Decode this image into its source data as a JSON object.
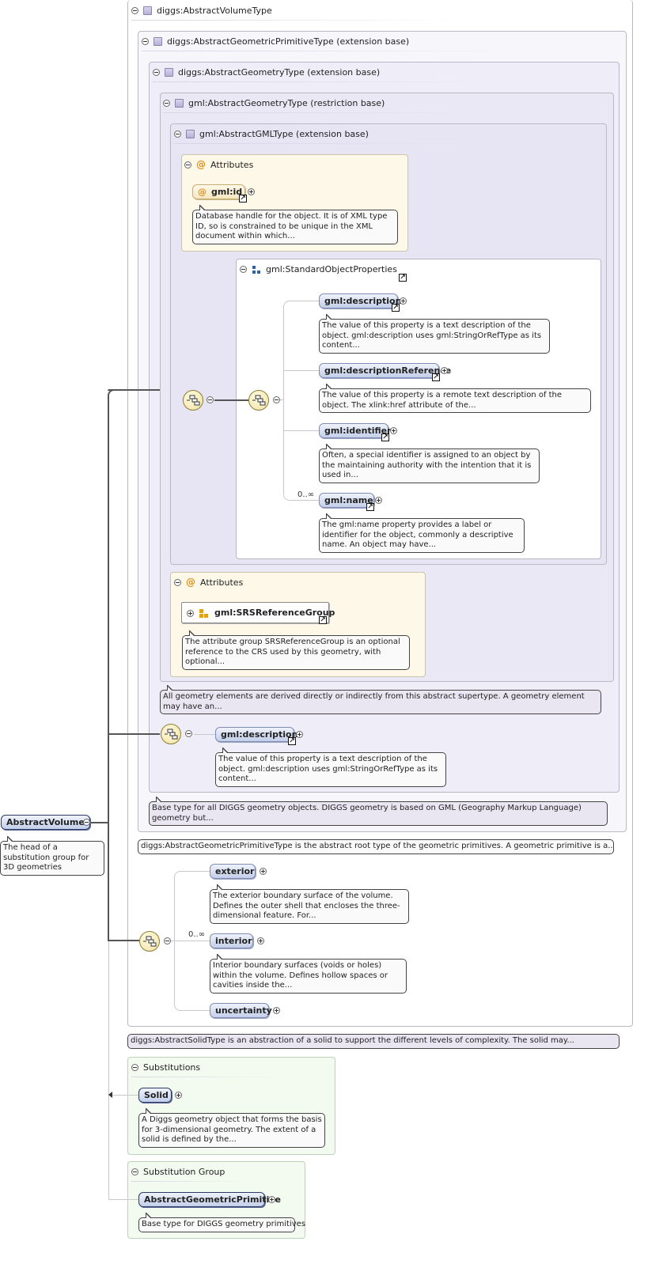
{
  "root": {
    "name": "AbstractVolume",
    "doc": "The head of a substitution group for 3D geometries"
  },
  "types": {
    "volume": "diggs:AbstractVolumeType",
    "geo_prim": "diggs:AbstractGeometricPrimitiveType (extension base)",
    "diggs_geom": "diggs:AbstractGeometryType (extension base)",
    "gml_geom": "gml:AbstractGeometryType (restriction base)",
    "gml_type": "gml:AbstractGMLType (extension base)"
  },
  "attributes_title": "Attributes",
  "gml_id": {
    "name": "gml:id",
    "doc": "Database handle for the object. It is of XML type ID, so is constrained to be unique in the XML document within which..."
  },
  "std_props": {
    "name": "gml:StandardObjectProperties",
    "items": [
      {
        "name": "gml:description",
        "doc": "The value of this property is a text description of the object. gml:description uses gml:StringOrRefType as its content..."
      },
      {
        "name": "gml:descriptionReference",
        "doc": "The value of this property is a remote text description of the object. The xlink:href attribute of the..."
      },
      {
        "name": "gml:identifier",
        "doc": "Often, a special identifier is assigned to an object by the maintaining authority with the intention that it is used in..."
      },
      {
        "name": "gml:name",
        "doc": "The gml:name property provides a label or identifier for the object, commonly a descriptive name. An object may have..."
      }
    ],
    "cardinality": "0..∞"
  },
  "srs": {
    "name": "gml:SRSReferenceGroup",
    "doc": "The attribute group SRSReferenceGroup is an optional reference to the CRS used by this geometry, with optional..."
  },
  "gml_geom_doc": "All geometry elements are derived directly or indirectly from this abstract supertype. A geometry element may have an...",
  "diggs_desc": {
    "name": "gml:description",
    "doc": "The value of this property is a text description of the object. gml:description uses gml:StringOrRefType as its content..."
  },
  "diggs_geom_doc": "Base type for all DIGGS geometry objects. DIGGS geometry is based on GML (Geography Markup Language) geometry but...",
  "geo_prim_doc": "diggs:AbstractGeometricPrimitiveType is the abstract root type of the geometric primitives. A geometric primitive is a...",
  "volume_seq": {
    "exterior": {
      "name": "exterior",
      "doc": "The exterior boundary surface of the volume. Defines the outer shell that encloses the three-dimensional feature. For..."
    },
    "interior": {
      "name": "interior",
      "doc": "Interior boundary surfaces (voids or holes) within the volume. Defines hollow spaces or cavities inside the..."
    },
    "interior_card": "0..∞",
    "uncertainty": {
      "name": "uncertainty"
    }
  },
  "volume_doc": "diggs:AbstractSolidType is an abstraction of a solid to support the different levels of complexity. The solid may...",
  "substitutions": {
    "title": "Substitutions",
    "item": "Solid",
    "doc": "A Diggs geometry object that forms the basis for 3-dimensional geometry. The extent of a solid is defined by the..."
  },
  "subst_group": {
    "title": "Substitution Group",
    "item": "AbstractGeometricPrimitive",
    "doc": "Base type for DIGGS geometry primitives"
  },
  "colors": {
    "element_border": "#7f8db4",
    "attribute_accent": "#e0901b",
    "type_icon": "#b7b0d9"
  }
}
